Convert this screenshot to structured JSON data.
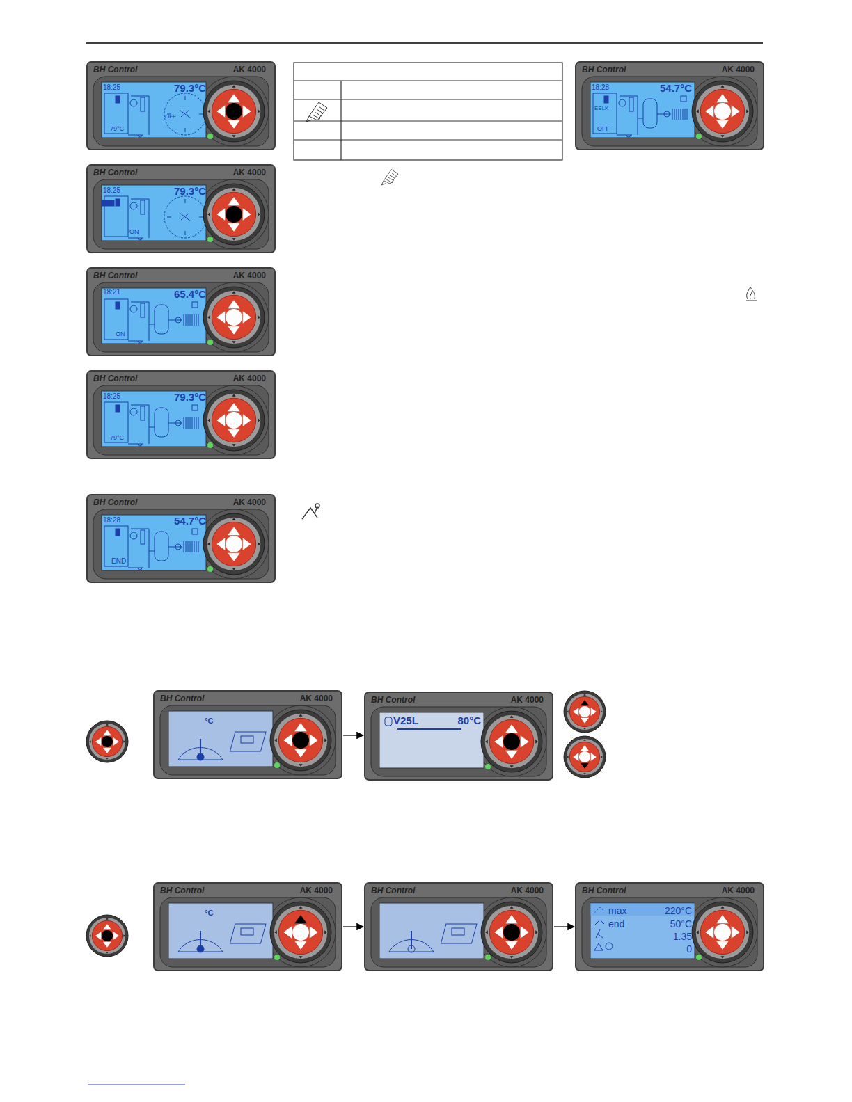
{
  "diagram": {
    "nodes": [
      {
        "text": [
          "BH Control",
          "AK 4000",
          "18:25",
          "79.3°C",
          "79°C",
          "OFF"
        ]
      },
      {
        "text": [
          "BH Control",
          "AK 4000",
          "18:28",
          "54.7°C",
          "ESLK",
          "OFF"
        ]
      },
      {
        "text": [
          "BH Control",
          "AK 4000",
          "18:25",
          "79.3°C",
          "ON"
        ]
      },
      {
        "text": [
          "BH Control",
          "AK 4000",
          "18:21",
          "65.4°C",
          "ON"
        ]
      },
      {
        "text": [
          "BH Control",
          "AK 4000",
          "18:25",
          "79.3°C",
          "79°C"
        ]
      },
      {
        "text": [
          "BH Control",
          "AK 4000",
          "18:28",
          "54.7°C",
          "END"
        ]
      },
      {
        "text": [
          "BH Control",
          "AK 4000",
          "°C"
        ]
      },
      {
        "text": [
          "BH Control",
          "AK 4000",
          "V25L",
          "80°C"
        ]
      },
      {
        "text": [
          "BH Control",
          "AK 4000",
          "°C"
        ]
      },
      {
        "text": [
          "BH Control",
          "AK 4000"
        ]
      },
      {
        "text": [
          "BH Control",
          "AK 4000",
          "max",
          "220°C",
          "end",
          "50°C",
          "1.35",
          "0"
        ]
      }
    ],
    "edges": [
      {
        "from": 6,
        "to": 7,
        "arrow": "to"
      },
      {
        "from": 8,
        "to": 9,
        "arrow": "to"
      },
      {
        "from": 9,
        "to": 10,
        "arrow": "to"
      }
    ]
  }
}
